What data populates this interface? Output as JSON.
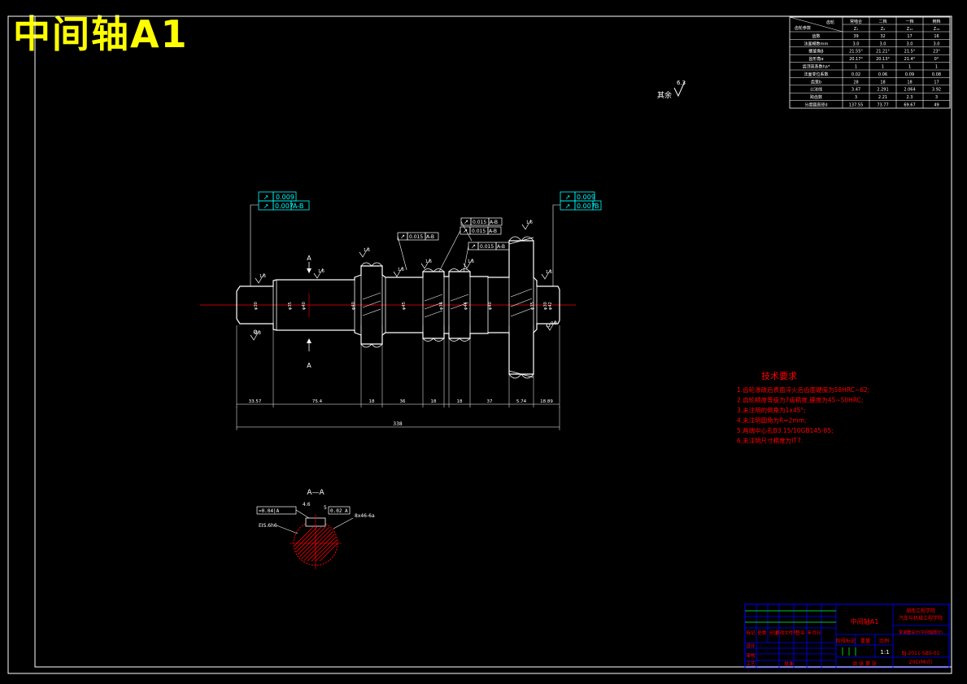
{
  "title": "中间轴A1",
  "others_roughness": {
    "label": "其余",
    "value": "6.3"
  },
  "gear_param_table": {
    "header_left_top": "齿轮",
    "header_left_bottom": "齿轮参数",
    "columns": [
      {
        "name": "常啮合",
        "sym": "Z₁"
      },
      {
        "name": "二档",
        "sym": "Z₂"
      },
      {
        "name": "一档",
        "sym": "Z₁₁"
      },
      {
        "name": "倒档",
        "sym": "Z₁₃"
      }
    ],
    "rows": [
      {
        "label": "齿数",
        "values": [
          "39",
          "32",
          "17",
          "16"
        ]
      },
      {
        "label": "法面模数mm",
        "values": [
          "3.0",
          "3.0",
          "3.0",
          "3.0"
        ]
      },
      {
        "label": "螺旋角β",
        "values": [
          "21.55°",
          "21.21°",
          "21.5°",
          "23°"
        ]
      },
      {
        "label": "齿形角α",
        "values": [
          "20.17°",
          "20.13°",
          "21.4°",
          "0°"
        ]
      },
      {
        "label": "齿顶高系数ha*",
        "values": [
          "1",
          "1",
          "1",
          "1"
        ]
      },
      {
        "label": "法面变位系数",
        "values": [
          "0.02",
          "0.06",
          "0.09",
          "0.08"
        ]
      },
      {
        "label": "齿宽b",
        "values": [
          "28",
          "18",
          "18",
          "17"
        ]
      },
      {
        "label": "公法线",
        "values": [
          "3.47",
          "2.291",
          "2.064",
          "3.92"
        ]
      },
      {
        "label": "跨齿数",
        "values": [
          "3",
          "2.21",
          "2.3",
          "3"
        ]
      },
      {
        "label": "分度圆直径d",
        "values": [
          "137.55",
          "73.77",
          "69.67",
          "49"
        ]
      }
    ]
  },
  "gdt_frames": {
    "left": {
      "sym1": "↗",
      "tol1": "0.009",
      "sym2": "↗",
      "tol2": "0.007",
      "datum2": "A-B"
    },
    "right": {
      "sym1": "↗",
      "tol1": "0.009",
      "sym2": "↗",
      "tol2": "0.007",
      "datum2": "B"
    },
    "mid": [
      {
        "sym": "↗",
        "tol": "0.015",
        "datum": "A-B"
      },
      {
        "sym": "↗",
        "tol": "0.015",
        "datum": "A-B"
      },
      {
        "sym": "↗",
        "tol": "0.015",
        "datum": "A-B"
      },
      {
        "sym": "↗",
        "tol": "0.015",
        "datum": "A-B"
      }
    ]
  },
  "roughness": [
    "1.6",
    "1.6",
    "1.6",
    "1.6",
    "1.6",
    "1.6",
    "1.6",
    "1.6",
    "0.8",
    "0.8"
  ],
  "section_marks": {
    "top": "A",
    "bottom": "A"
  },
  "diameters": [
    "φ30",
    "φ35",
    "φ40",
    "φ40",
    "φ45",
    "φ36",
    "φ44",
    "φ40",
    "φ35",
    "φ30",
    "φ42"
  ],
  "segment_dims": [
    "33.57",
    "75.4",
    "18",
    "36",
    "18",
    "18",
    "37",
    "5.74",
    "18.89"
  ],
  "total_length": "338",
  "tech_requirements": {
    "title": "技术要求",
    "items": [
      "1.齿轮渗碳后表面淬火后齿面硬度为58HRC~62;",
      "2.齿轮精度等级为7级精度,硬度为45~50HRC;",
      "3.未注明的倒角为1x45°;",
      "4.未注明圆角为R=2mm;",
      "5.两端中心孔B3.15/10GB145-85;",
      "6.未注明尺寸精度为IT7."
    ]
  },
  "section_view": {
    "label": "A—A",
    "frame_left": "=0.04|A",
    "frame_right": "0.02 A",
    "spline_label": "EIS.6h6",
    "right_label": "8x46-6a",
    "depth": "4.6",
    "t_label": "5"
  },
  "title_block": {
    "drawing_name": "中间轴A1",
    "school_line1": "湖南工程学院",
    "school_line2": "汽车与机械工程学院",
    "project": "变速器设计(中间轴部分)",
    "drawing_no": "BJ-2011-SBS-01",
    "material": "20CrMnTi",
    "scale": "1:1",
    "sheet": "共 张  第 张",
    "left_labels": [
      "标记",
      "处数",
      "分区",
      "更改文件号",
      "签名",
      "年月日",
      "设计",
      "审核",
      "工艺",
      "批准"
    ],
    "mid_labels": [
      "阶段标记",
      "重量",
      "比例"
    ]
  }
}
